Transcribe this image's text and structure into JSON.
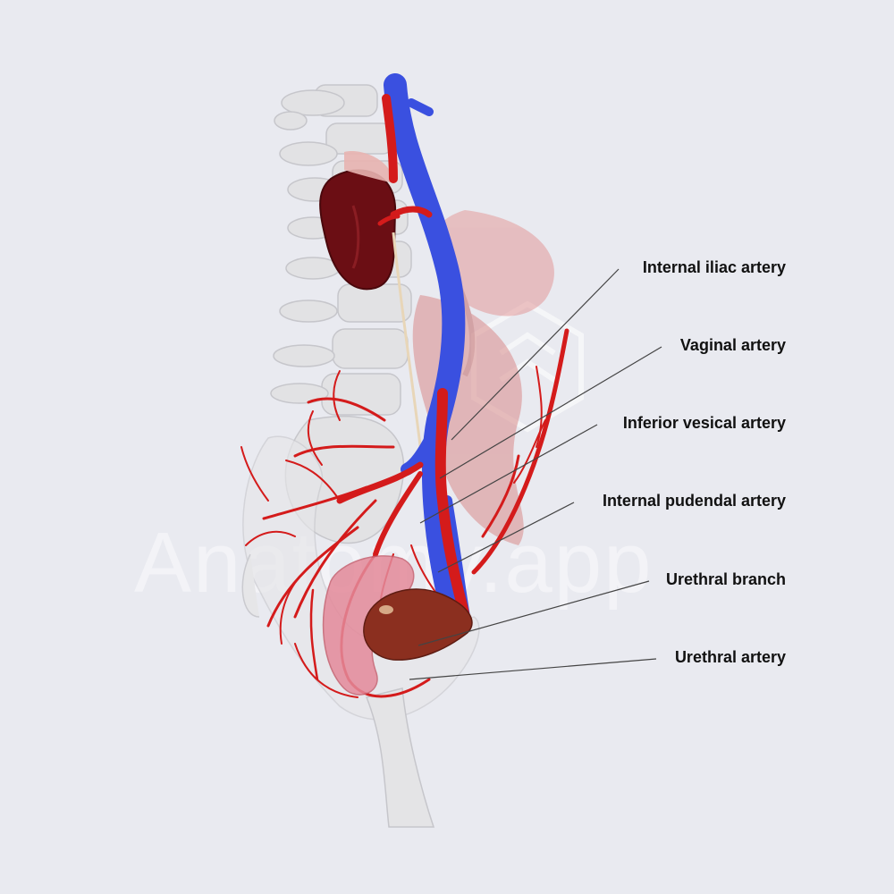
{
  "watermark": "Anatomy.app",
  "labels": [
    {
      "id": "internal-iliac-artery",
      "text": "Internal iliac artery"
    },
    {
      "id": "vaginal-artery",
      "text": "Vaginal artery"
    },
    {
      "id": "inferior-vesical-artery",
      "text": "Inferior vesical artery"
    },
    {
      "id": "internal-pudendal-artery",
      "text": "Internal pudendal artery"
    },
    {
      "id": "urethral-branch",
      "text": "Urethral branch"
    },
    {
      "id": "urethral-artery",
      "text": "Urethral artery"
    }
  ],
  "colors": {
    "background": "#e9eaf0",
    "bone": "#e4e4e6",
    "artery": "#d41b1b",
    "vein": "#3a4fe0",
    "kidney": "#6e0f14",
    "bladder": "#8a2e1e",
    "intestine": "#e8a0a0",
    "leader_line": "#444444"
  }
}
